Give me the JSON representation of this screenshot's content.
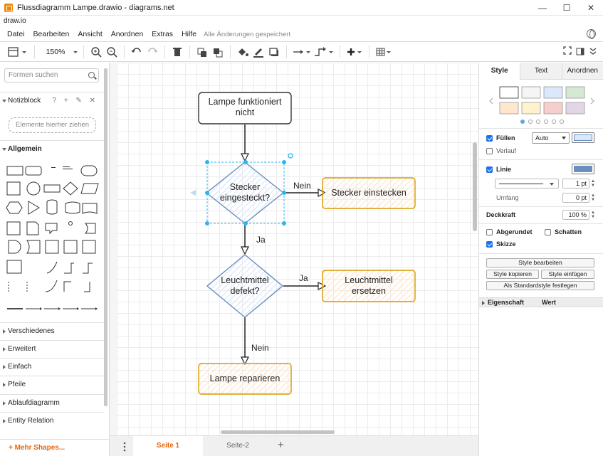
{
  "window": {
    "title": "Flussdiagramm Lampe.drawio - diagrams.net",
    "controls": [
      "—",
      "☐",
      "✕"
    ]
  },
  "domain_label": "draw.io",
  "menu": {
    "items": [
      "Datei",
      "Bearbeiten",
      "Ansicht",
      "Anordnen",
      "Extras",
      "Hilfe"
    ],
    "status": "Alle Änderungen gespeichert"
  },
  "toolbar": {
    "zoom": "150%",
    "icons": [
      "view-icon",
      "zoom-in-icon",
      "zoom-out-icon",
      "undo-icon",
      "redo-icon",
      "delete-icon",
      "to-front-icon",
      "to-back-icon",
      "fill-color-icon",
      "line-color-icon",
      "shadow-icon",
      "connection-icon",
      "waypoint-icon",
      "insert-icon",
      "table-icon",
      "fullscreen-icon",
      "format-panel-icon",
      "collapse-icon"
    ]
  },
  "sidebar": {
    "search_placeholder": "Formen suchen",
    "notizblock": "Notizblock",
    "notizblock_icons": "? + ✎ ✕",
    "dropzone": "Elemente hierher ziehen",
    "allgemein": "Allgemein",
    "sections": [
      "Verschiedenes",
      "Erweitert",
      "Einfach",
      "Pfeile",
      "Ablaufdiagramm",
      "Entity Relation"
    ],
    "more_shapes": "+ Mehr Shapes..."
  },
  "diagram": {
    "nodes": {
      "start": "Lampe funktioniert nicht",
      "decision1": "Stecker eingesteckt?",
      "action1": "Stecker einstecken",
      "decision2": "Leuchtmittel defekt?",
      "action2": "Leuchtmittel ersetzen",
      "end": "Lampe reparieren"
    },
    "edge_labels": {
      "nein1": "Nein",
      "ja1": "Ja",
      "ja2": "Ja",
      "nein2": "Nein"
    },
    "colors": {
      "blue_stroke": "#6c8ebf",
      "blue_fill": "#dae8fc",
      "orange_stroke": "#d79b00",
      "orange_fill": "#ffe6cc",
      "selection": "#29b6f2"
    }
  },
  "pages": {
    "tabs": [
      "Seite 1",
      "Seite-2"
    ],
    "active": "Seite 1"
  },
  "format_panel": {
    "tabs": [
      "Style",
      "Text",
      "Anordnen"
    ],
    "active_tab": "Style",
    "swatches": [
      "#ffffff",
      "#f5f5f5",
      "#dae8fc",
      "#d5e8d4",
      "#ffe6cc",
      "#fff2cc",
      "#f8cecc",
      "#e1d5e7"
    ],
    "fuellen": "Füllen",
    "fill_mode": "Auto",
    "fill_color": "#dae8fc",
    "verlauf": "Verlauf",
    "linie": "Linie",
    "line_color": "#6c8ebf",
    "line_width": "1 pt",
    "umfang": "Umfang",
    "umfang_value": "0 pt",
    "deckkraft": "Deckkraft",
    "deckkraft_value": "100 %",
    "abgerundet": "Abgerundet",
    "schatten": "Schatten",
    "skizze": "Skizze",
    "btn_style_bearbeiten": "Style bearbeiten",
    "btn_style_kopieren": "Style kopieren",
    "btn_style_einfuegen": "Style einfügen",
    "btn_standard": "Als Standardstyle festlegen",
    "prop_header": "Eigenschaft",
    "prop_value": "Wert"
  }
}
